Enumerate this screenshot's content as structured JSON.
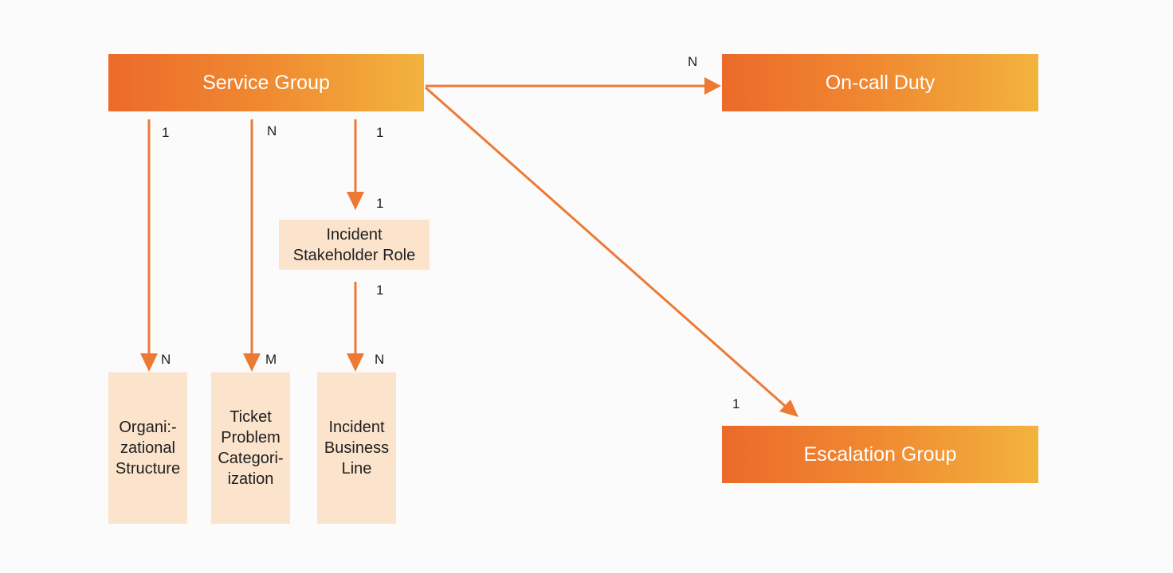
{
  "nodes": {
    "service_group": "Service Group",
    "on_call_duty": "On-call Duty",
    "escalation_group": "Escalation Group",
    "incident_stakeholder_role": "Incident\nStakeholder Role",
    "organizational_structure": "Organi:-\nzational\nStructure",
    "ticket_problem_categorization": "Ticket\nProblem\nCategori-\nization",
    "incident_business_line": "Incident\nBusiness\nLine"
  },
  "cardinalities": {
    "sg_to_oncall_target": "N",
    "sg_to_org_source": "1",
    "sg_to_org_target": "N",
    "sg_to_ticket_source": "N",
    "sg_to_ticket_target": "M",
    "sg_to_role_source": "1",
    "sg_to_role_target": "1",
    "role_to_business_source": "1",
    "role_to_business_target": "N",
    "sg_to_escalation_target": "1"
  },
  "colors": {
    "primary_start": "#ec6a2a",
    "primary_end": "#f2b33e",
    "secondary_fill": "#fbe3cc",
    "edge": "#ec7a34"
  }
}
